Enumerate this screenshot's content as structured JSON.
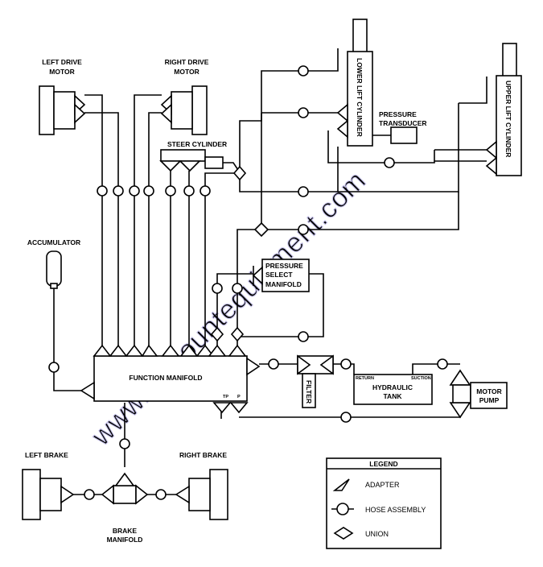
{
  "labels": {
    "left_drive_motor": [
      "LEFT DRIVE",
      "MOTOR"
    ],
    "right_drive_motor": [
      "RIGHT DRIVE",
      "MOTOR"
    ],
    "steer_cylinder": "STEER CYLINDER",
    "lower_lift_cylinder": "LOWER LIFT CYLINDER",
    "upper_lift_cylinder": "UPPER LIFT CYLINDER",
    "pressure_transducer": [
      "PRESSURE",
      "TRANSDUCER"
    ],
    "accumulator": "ACCUMULATOR",
    "pressure_select_manifold": [
      "PRESSURE",
      "SELECT",
      "MANIFOLD"
    ],
    "function_manifold": "FUNCTION MANIFOLD",
    "function_manifold_tp": "TP",
    "function_manifold_p": "P",
    "filter": "FILTER",
    "hydraulic_tank": [
      "HYDRAULIC",
      "TANK"
    ],
    "tank_return": "RETURN",
    "tank_suction": "SUCTION",
    "motor_pump": [
      "MOTOR",
      "PUMP"
    ],
    "left_brake": "LEFT BRAKE",
    "right_brake": "RIGHT BRAKE",
    "brake_manifold": [
      "BRAKE",
      "MANIFOLD"
    ]
  },
  "legend": {
    "title": "LEGEND",
    "items": [
      {
        "symbol": "triangle",
        "label": "ADAPTER"
      },
      {
        "symbol": "circle",
        "label": "HOSE ASSEMBLY"
      },
      {
        "symbol": "diamond",
        "label": "UNION"
      }
    ]
  },
  "watermark": "www.discountequipment.com"
}
